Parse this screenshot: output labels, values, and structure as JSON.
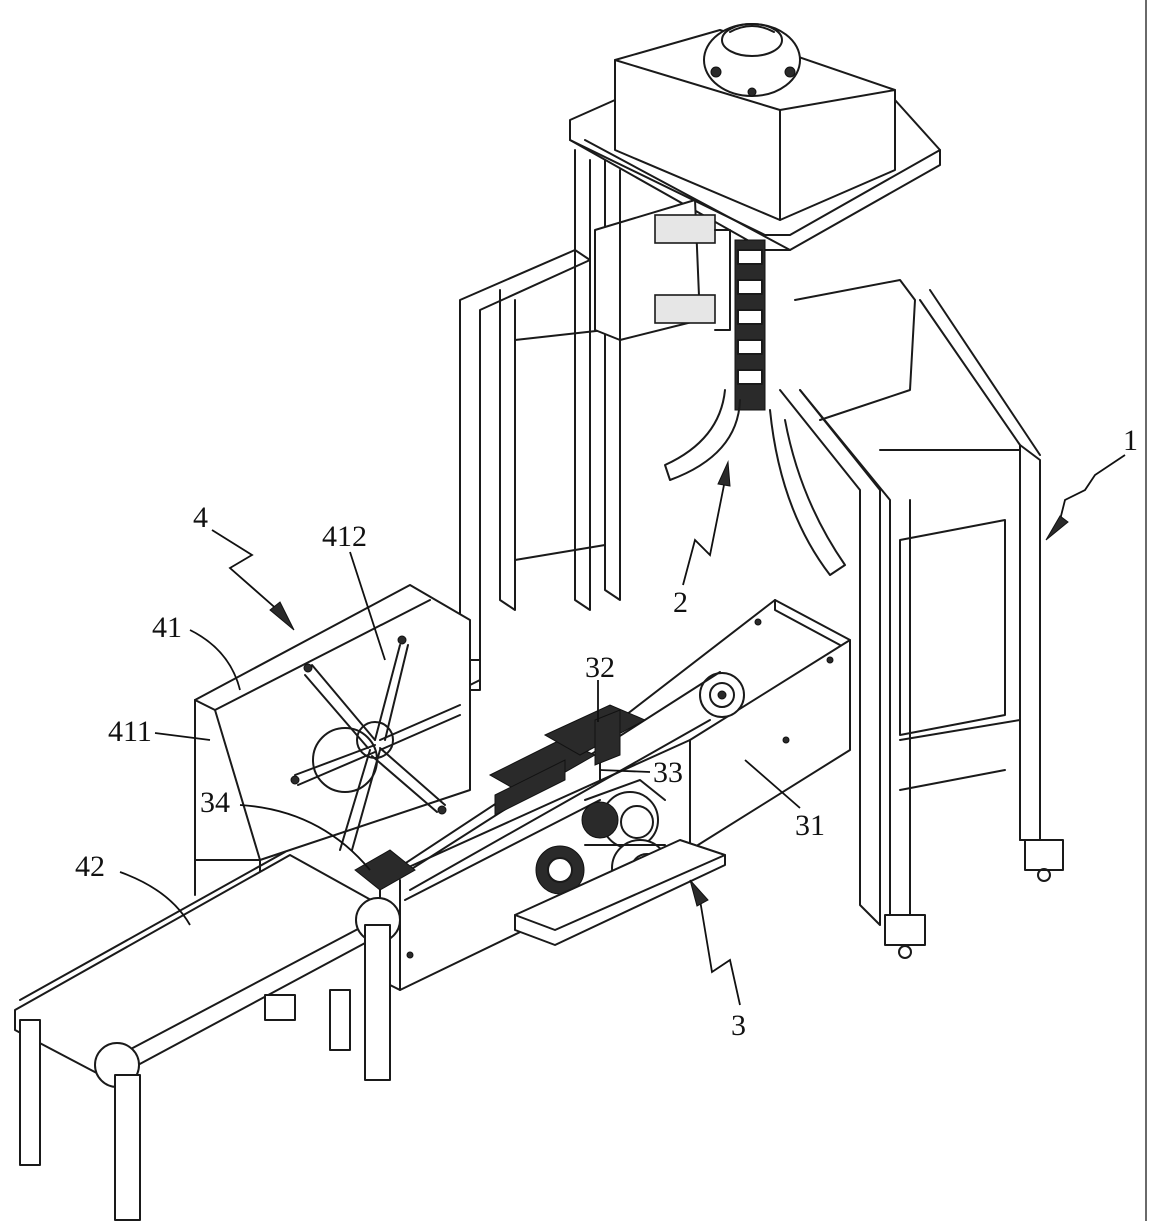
{
  "figure": {
    "labels": {
      "l1": "1",
      "l2": "2",
      "l3": "3",
      "l4": "4",
      "l31": "31",
      "l32": "32",
      "l33": "33",
      "l34": "34",
      "l41": "41",
      "l42": "42",
      "l411": "411",
      "l412": "412"
    }
  }
}
